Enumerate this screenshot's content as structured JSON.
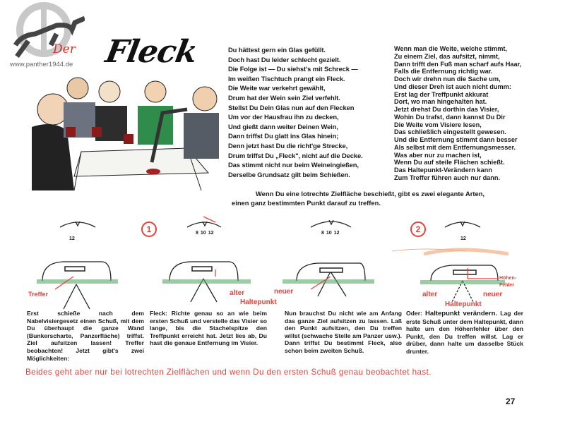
{
  "watermark": "www.panther1944.de",
  "title": {
    "prefix": "Der",
    "main": "Fleck"
  },
  "poem_left": [
    "Du hättest gern ein Glas gefüllt.",
    "Doch hast Du leider schlecht gezielt.",
    "Die Folge ist — Du siehst's mit Schreck —",
    "Im weißen Tischtuch prangt ein Fleck.",
    "Die Weite war verkehrt gewählt,",
    "Drum hat der Wein sein Ziel verfehlt.",
    "Stellst Du Dein Glas nun auf den Flecken",
    "Um vor der Hausfrau ihn zu decken,",
    "Und gießt dann weiter Deinen Wein,",
    "Dann triffst Du glatt ins Glas hinein;",
    "Denn jetzt hast Du die richt'ge Strecke,",
    "Drum triffst Du „Fleck\", nicht auf die Decke.",
    "Das stimmt nicht nur beim Weineingießen,",
    "Derselbe Grundsatz gilt beim Schießen."
  ],
  "poem_right": [
    "Wenn man die Weite, welche stimmt,",
    "Zu einem Ziel, das aufsitzt, nimmt,",
    "Dann trifft den Fuß man scharf aufs Haar,",
    "Falls die Entfernung richtig war.",
    "Doch wir drehn nun die Sache um,",
    "Und dieser Dreh ist auch nicht dumm:",
    "Erst lag der Treffpunkt akkurat",
    "Dort, wo man hingehalten hat.",
    "Jetzt drehst Du dorthin das Visier,",
    "Wohin Du trafst, dann kannst Du Dir",
    "Die Weite vom Visiere lesen,",
    "Das schließlich eingestellt gewesen.",
    "Und die Entfernung stimmt dann besser",
    "Als selbst mit dem Entfernungsmesser.",
    "Was aber nur zu machen ist,",
    "Wenn Du auf steile Flächen schießt.",
    "Das Haltepunkt-Verändern kann",
    "Zum Treffer führen auch nur dann."
  ],
  "intro": [
    "Wenn Du eine lotrechte Zielfläche beschießt, gibt es zwei elegante Arten,",
    "einen ganz bestimmten Punkt darauf zu treffen."
  ],
  "diagrams": {
    "d1": {
      "scale": "12",
      "label": "Treffer"
    },
    "d2": {
      "number": "1",
      "scale": [
        "8",
        "10",
        "12"
      ],
      "label1": "alter",
      "label2": "Haltepunkt"
    },
    "d3": {
      "scale": [
        "8",
        "10",
        "12"
      ],
      "label": "neuer"
    },
    "d4": {
      "number": "2",
      "scale": "12",
      "label_alter": "alter",
      "label_neuer": "neuer",
      "label_halte": "Haltepunkt",
      "label_hoehen": "Höhen-",
      "label_fehler": "Fehler"
    }
  },
  "columns": [
    {
      "text": "Erst schieße nach dem Nabelvisiergesetz einen Schuß, mit dem Du überhaupt die ganze Wand (Bunkerscharte, Panzerfläche) triffst. Ziel aufsitzen lassen! Treffer beobachten! Jetzt gibt's zwei Möglichkeiten:"
    },
    {
      "bold": "Fleck:",
      "text": " Richte genau so an wie beim ersten Schuß und verstelle das Visier so lange, bis die Stachelspitze den Treffpunkt erreicht hat. Jetzt lies ab, Du hast die genaue Entfernung im Visier."
    },
    {
      "text": "Nun brauchst Du nicht wie am Anfang das ganze Ziel aufsitzen zu lassen. Laß den Punkt aufsitzen, den Du treffen willst (schwache Stelle am Panzer usw.). Dann triffst Du bestimmt Fleck, also schon beim zweiten Schuß."
    },
    {
      "prefix": "Oder: ",
      "bold": "Haltepunkt verändern.",
      "text": " Lag der erste Schuß unter dem Haltepunkt, dann halte um den Höhenfehler über den Punkt, den Du treffen willst. Lag er drüber, dann halte um dasselbe Stück drunter."
    }
  ],
  "footer_note": "Beides geht aber nur bei lotrechten Zielflächen und wenn Du den ersten Schuß genau beobachtet hast.",
  "page_number": "27",
  "colors": {
    "accent_red": "#e8413a",
    "text": "#1a1a1a"
  }
}
